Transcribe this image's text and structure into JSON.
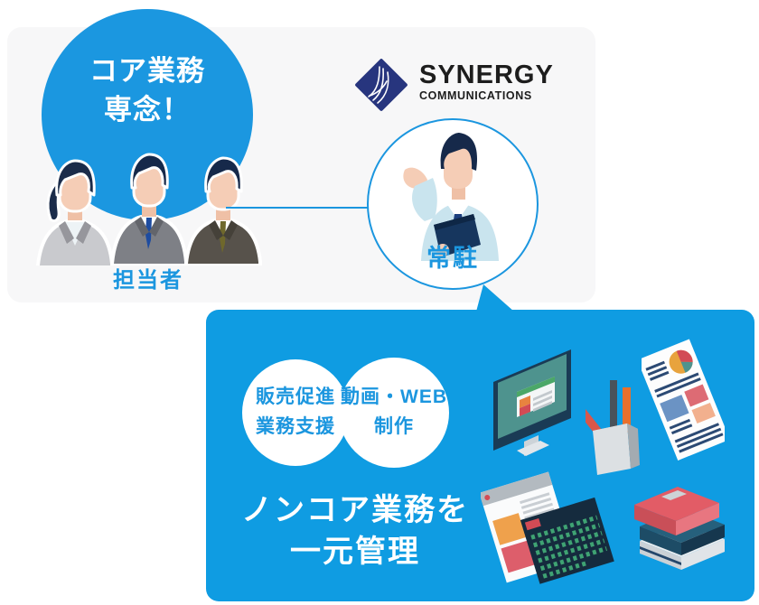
{
  "colors": {
    "accent_blue": "#1b97e0",
    "panel_blue": "#0f9ce2",
    "panel_gray": "#f7f7f8",
    "logo_navy": "#27357e",
    "logo_text": "#1d1d1d",
    "white_text": "#ffffff"
  },
  "core_panel": {
    "bubble": {
      "line1": "コア業務",
      "line2": "専念！"
    },
    "people_label": "担当者",
    "people_icon": "three-businesspeople-icon"
  },
  "logo": {
    "mark_icon": "synergy-diamond-logo-icon",
    "title": "SYNERGY",
    "subtitle": "COMMUNICATIONS"
  },
  "resident": {
    "label": "常駐",
    "person_icon": "consultant-person-icon"
  },
  "noncore_panel": {
    "service_circles": [
      {
        "line1": "販売促進",
        "line2": "業務支援"
      },
      {
        "line1": "動画・WEB",
        "line2": "制作"
      }
    ],
    "caption": {
      "line1": "ノンコア業務を",
      "line2": "一元管理"
    },
    "illustration_icons": [
      "monitor-icon",
      "pen-holder-icon",
      "document-report-icon",
      "browser-window-icon",
      "code-window-icon",
      "books-stack-icon"
    ]
  }
}
